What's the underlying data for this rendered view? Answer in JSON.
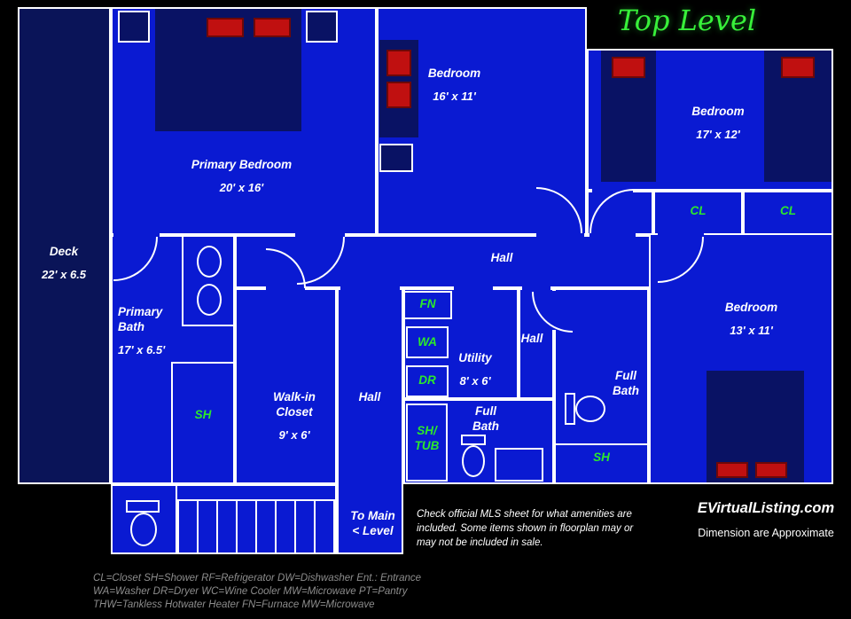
{
  "title": "Top Level",
  "rooms": {
    "deck": {
      "name": "Deck",
      "dims": "22' x 6.5"
    },
    "primary_bedroom": {
      "name": "Primary Bedroom",
      "dims": "20' x 16'"
    },
    "bedroom_mid": {
      "name": "Bedroom",
      "dims": "16' x 11'"
    },
    "bedroom_ne": {
      "name": "Bedroom",
      "dims": "17' x 12'"
    },
    "bedroom_se": {
      "name": "Bedroom",
      "dims": "13' x 11'"
    },
    "primary_bath": {
      "name": "Primary Bath",
      "dims": "17' x 6.5'"
    },
    "walk_in_closet": {
      "name": "Walk-in Closet",
      "dims": "9' x 6'"
    },
    "utility": {
      "name": "Utility",
      "dims": "8' x 6'"
    },
    "full_bath_center": {
      "name": "Full Bath"
    },
    "full_bath_east": {
      "name": "Full Bath"
    }
  },
  "halls": {
    "main": "Hall",
    "west": "Hall",
    "east": "Hall"
  },
  "stairs_note": "To Main\n< Level",
  "tags": {
    "closet_a": "CL",
    "closet_b": "CL",
    "furnace": "FN",
    "washer": "WA",
    "dryer": "DR",
    "shower_primary": "SH",
    "shower_tub": "SH/\nTUB",
    "shower_east": "SH"
  },
  "disclaimer": "Check official MLS sheet for what amenities are\nincluded. Some items shown in floorplan may or\nmay not be included in sale.",
  "branding": {
    "site": "EVirtualListing.com",
    "note": "Dimension are Approximate"
  },
  "legend": [
    "CL=Closet  SH=Shower RF=Refrigerator  DW=Dishwasher Ent.: Entrance",
    "WA=Washer DR=Dryer WC=Wine Cooler  MW=Microwave  PT=Pantry",
    "THW=Tankless Hotwater Heater  FN=Furnace  MW=Microwave"
  ],
  "colors": {
    "room_fill": "#0a1ad2",
    "deck_fill": "#0a1458",
    "furniture_fill": "#091264",
    "wall": "#ffffff",
    "label_green": "#2ce82c",
    "pillow_red": "#c01010",
    "title_green": "#38f03a",
    "legend_gray": "#8d8d8d"
  }
}
